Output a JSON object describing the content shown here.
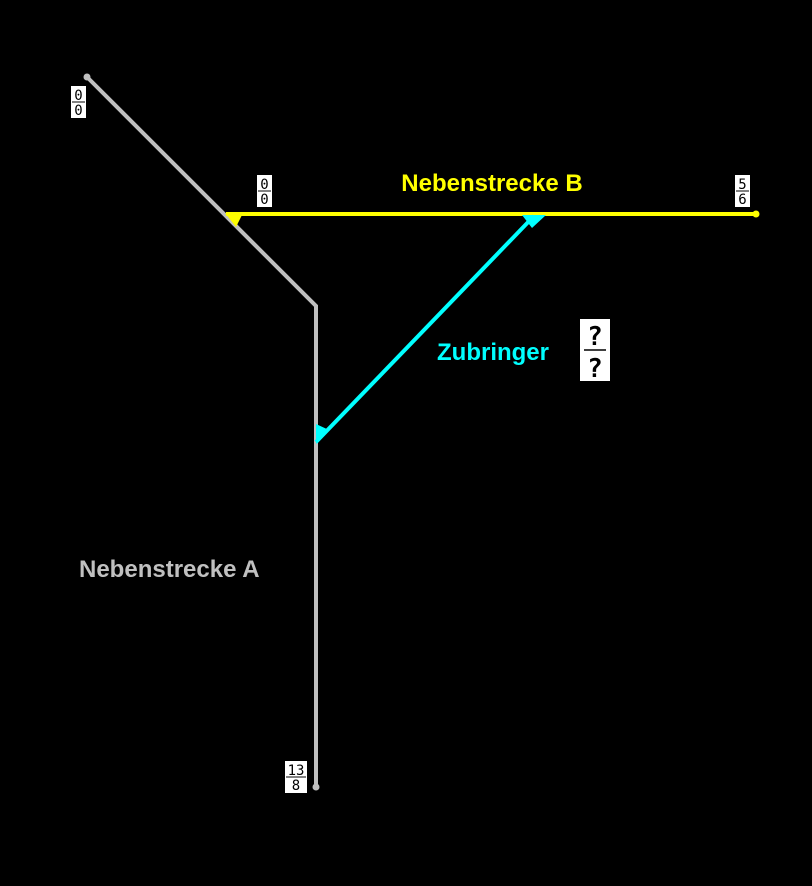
{
  "colors": {
    "line_a": "#c0c0c0",
    "line_b": "#ffff00",
    "feeder": "#00ffff",
    "background": "#000000"
  },
  "lines": {
    "a": {
      "label": "Nebenstrecke A",
      "start": {
        "num": "0",
        "den": "0"
      },
      "end": {
        "num": "13",
        "den": "8"
      }
    },
    "b": {
      "label": "Nebenstrecke B",
      "start": {
        "num": "0",
        "den": "0"
      },
      "end": {
        "num": "5",
        "den": "6"
      }
    },
    "feeder": {
      "label": "Zubringer",
      "value": {
        "num": "?",
        "den": "?"
      }
    }
  }
}
